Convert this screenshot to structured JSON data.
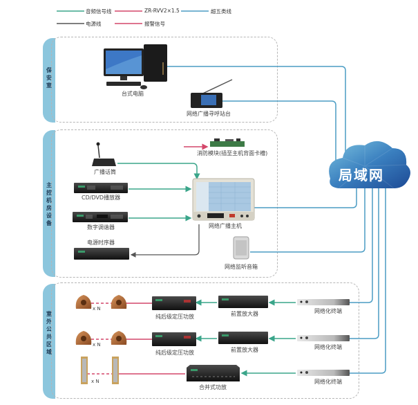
{
  "legend": [
    {
      "label": "音频信号线",
      "color": "#3aa58a"
    },
    {
      "label": "ZR-RVV2×1.5",
      "color": "#d4476a"
    },
    {
      "label": "超五类线",
      "color": "#4a9cc4"
    },
    {
      "label": "电源线",
      "color": "#555555"
    },
    {
      "label": "报警信号",
      "color": "#d4476a"
    }
  ],
  "sections": [
    {
      "label": "保安室"
    },
    {
      "label": "主控机房设备"
    },
    {
      "label": "室外公共区域"
    }
  ],
  "network": {
    "label": "局域网"
  },
  "devices": {
    "desktop_pc": "台式电脑",
    "paging_station": "网络广播寻呼站台",
    "fire_module": "消防模块(插至主机背面卡槽)",
    "broadcast_mic": "广播话筒",
    "cd_dvd_player": "CD/DVD播放器",
    "digital_tuner": "数字调谐器",
    "power_sequencer": "电源时序器",
    "broadcast_host": "网络广播主机",
    "monitor_speaker": "网络监听音箱",
    "post_amp_1": "纯后级定压功放",
    "post_amp_2": "纯后级定压功放",
    "preamp_1": "前置放大器",
    "preamp_2": "前置放大器",
    "integrated_amp": "合并式功放",
    "terminal_1": "网络化终端",
    "terminal_2": "网络化终端",
    "terminal_3": "网络化终端"
  },
  "multiplier": {
    "row1": "x N",
    "row2": "x N",
    "row3": "x N"
  },
  "colors": {
    "audio": "#3aa58a",
    "cable": "#d4476a",
    "cat5": "#4a9cc4",
    "power": "#555555",
    "tab": "#8cc6dd"
  }
}
